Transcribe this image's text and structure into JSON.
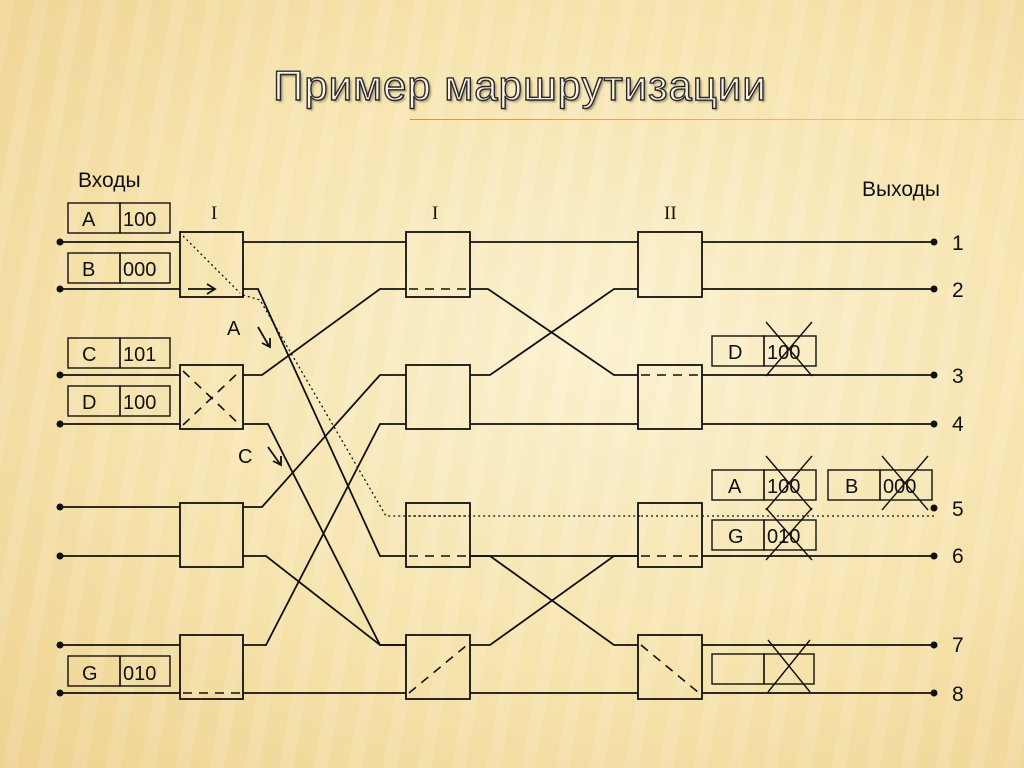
{
  "title": "Пример маршрутизации",
  "inputs_label": "Входы",
  "outputs_label": "Выходы",
  "stages": [
    "I",
    "I",
    "II"
  ],
  "outputs": [
    "1",
    "2",
    "3",
    "4",
    "5",
    "6",
    "7",
    "8"
  ],
  "input_packets": [
    {
      "letter": "A",
      "address": "100"
    },
    {
      "letter": "B",
      "address": "000"
    },
    {
      "letter": "C",
      "address": "101"
    },
    {
      "letter": "D",
      "address": "100"
    },
    {
      "letter": "G",
      "address": "010"
    }
  ],
  "output_packets": [
    {
      "letter": "D",
      "address": "100",
      "crossed": true
    },
    {
      "letter": "A",
      "address": "100",
      "crossed": true
    },
    {
      "letter": "B",
      "address": "000",
      "crossed": true
    },
    {
      "letter": "G",
      "address": "010",
      "crossed": true
    },
    {
      "letter": "",
      "address": "",
      "crossed": true
    }
  ],
  "path_labels": [
    "A",
    "C"
  ]
}
